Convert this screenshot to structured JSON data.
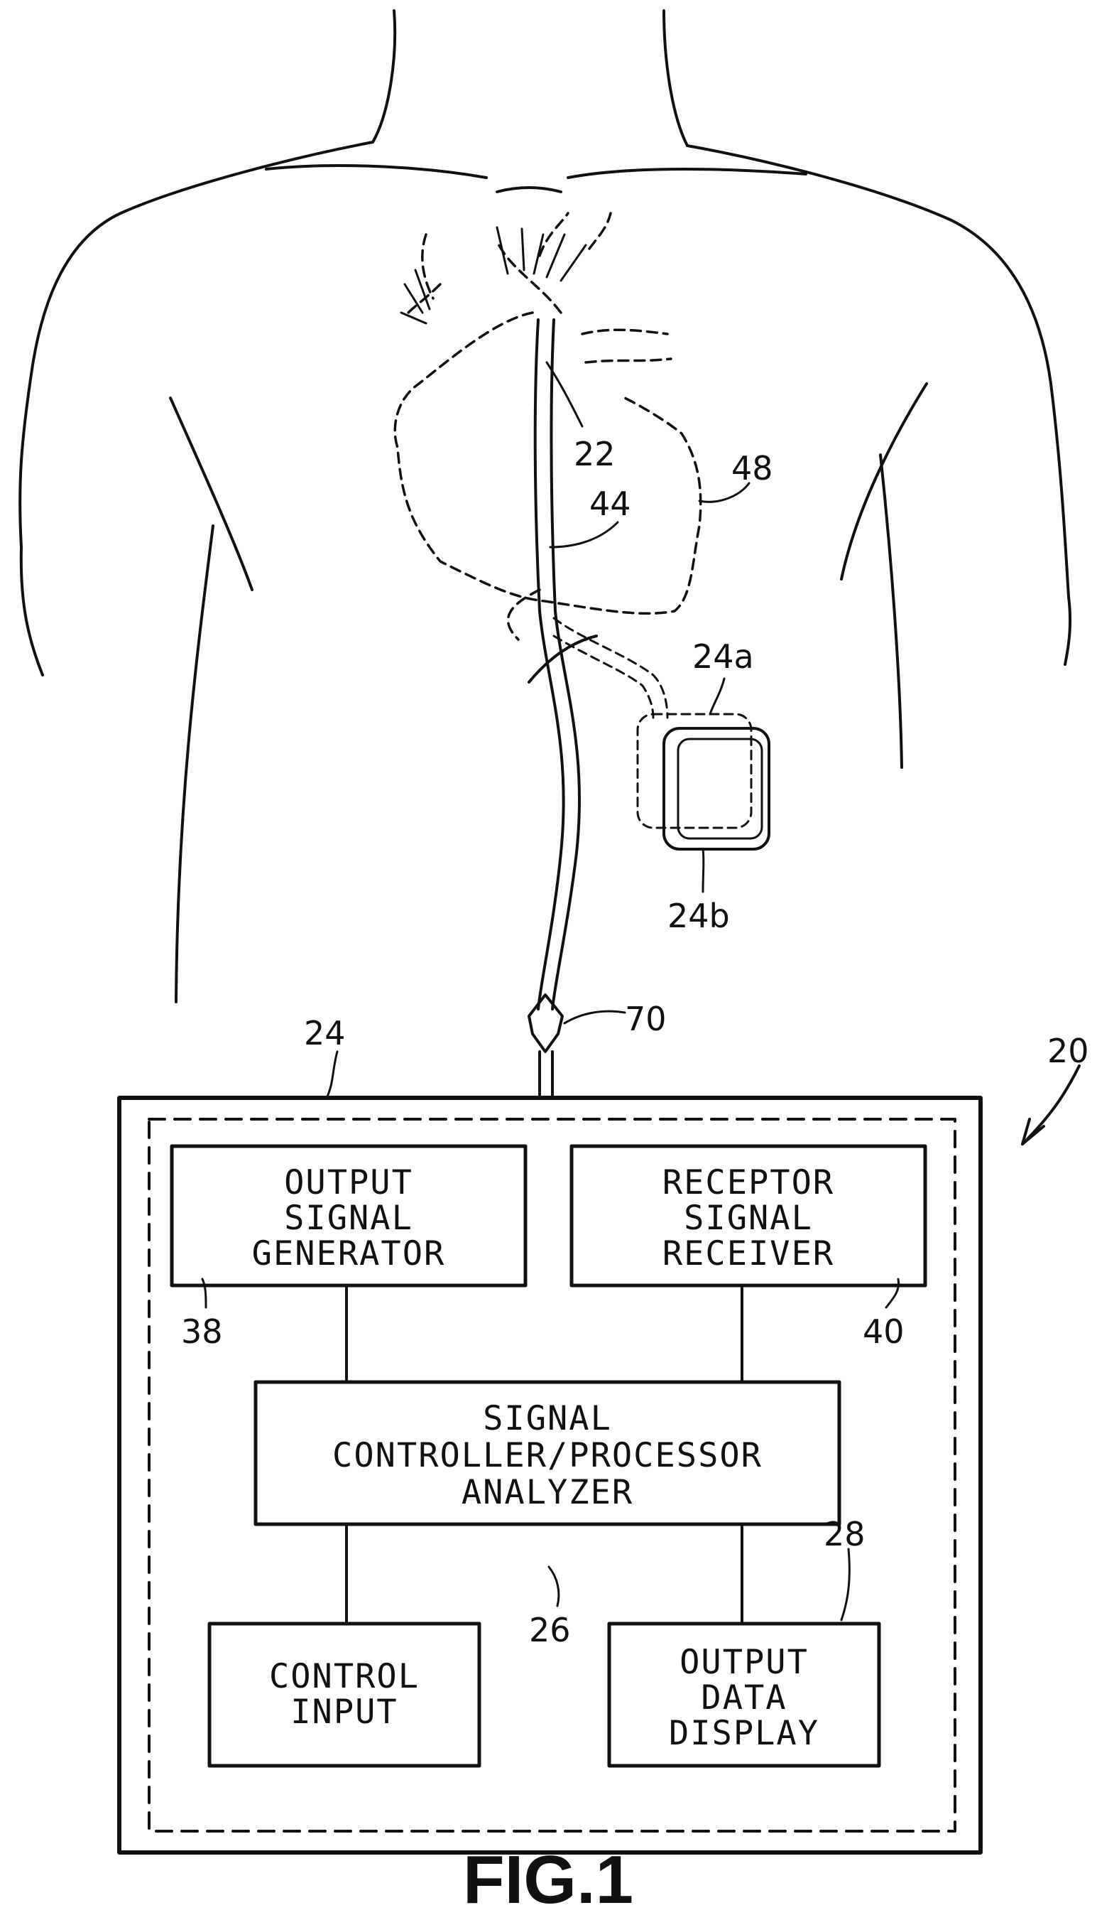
{
  "figure": {
    "caption": "FIG.1"
  },
  "references": {
    "r20": "20",
    "r22": "22",
    "r44": "44",
    "r48": "48",
    "r24a": "24a",
    "r24b": "24b",
    "r70": "70",
    "r24": "24",
    "r38": "38",
    "r40": "40",
    "r26": "26",
    "r28": "28"
  },
  "blocks": {
    "output_signal_generator": [
      "OUTPUT",
      "SIGNAL",
      "GENERATOR"
    ],
    "receptor_signal_receiver": [
      "RECEPTOR",
      "SIGNAL",
      "RECEIVER"
    ],
    "signal_controller": [
      "SIGNAL",
      "CONTROLLER/PROCESSOR",
      "ANALYZER"
    ],
    "control_input": [
      "CONTROL",
      "INPUT"
    ],
    "output_data_display": [
      "OUTPUT",
      "DATA",
      "DISPLAY"
    ]
  }
}
